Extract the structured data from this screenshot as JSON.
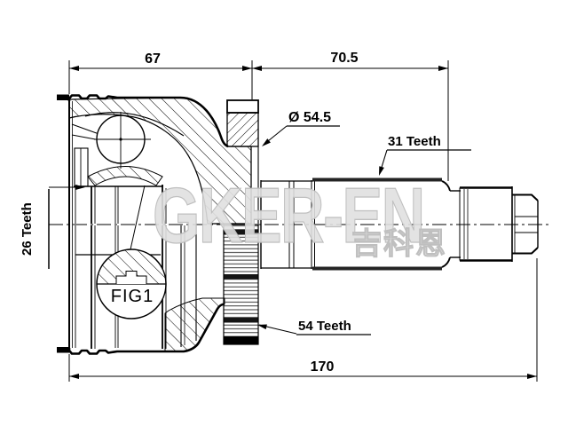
{
  "drawing": {
    "figure_label": "FIG1",
    "dimensions": {
      "left_width": "67",
      "right_width": "70.5",
      "overall_length": "170",
      "ring_diameter": "Ø 54.5"
    },
    "teeth": {
      "inner_spline": "26 Teeth",
      "shaft_spline": "31 Teeth",
      "abs_ring": "54 Teeth"
    },
    "watermark": {
      "latin": "GKER-EN",
      "chinese": "吉科恩"
    },
    "colors": {
      "line": "#000000",
      "watermark_gray": "#c6c6c6",
      "background": "#ffffff"
    }
  }
}
